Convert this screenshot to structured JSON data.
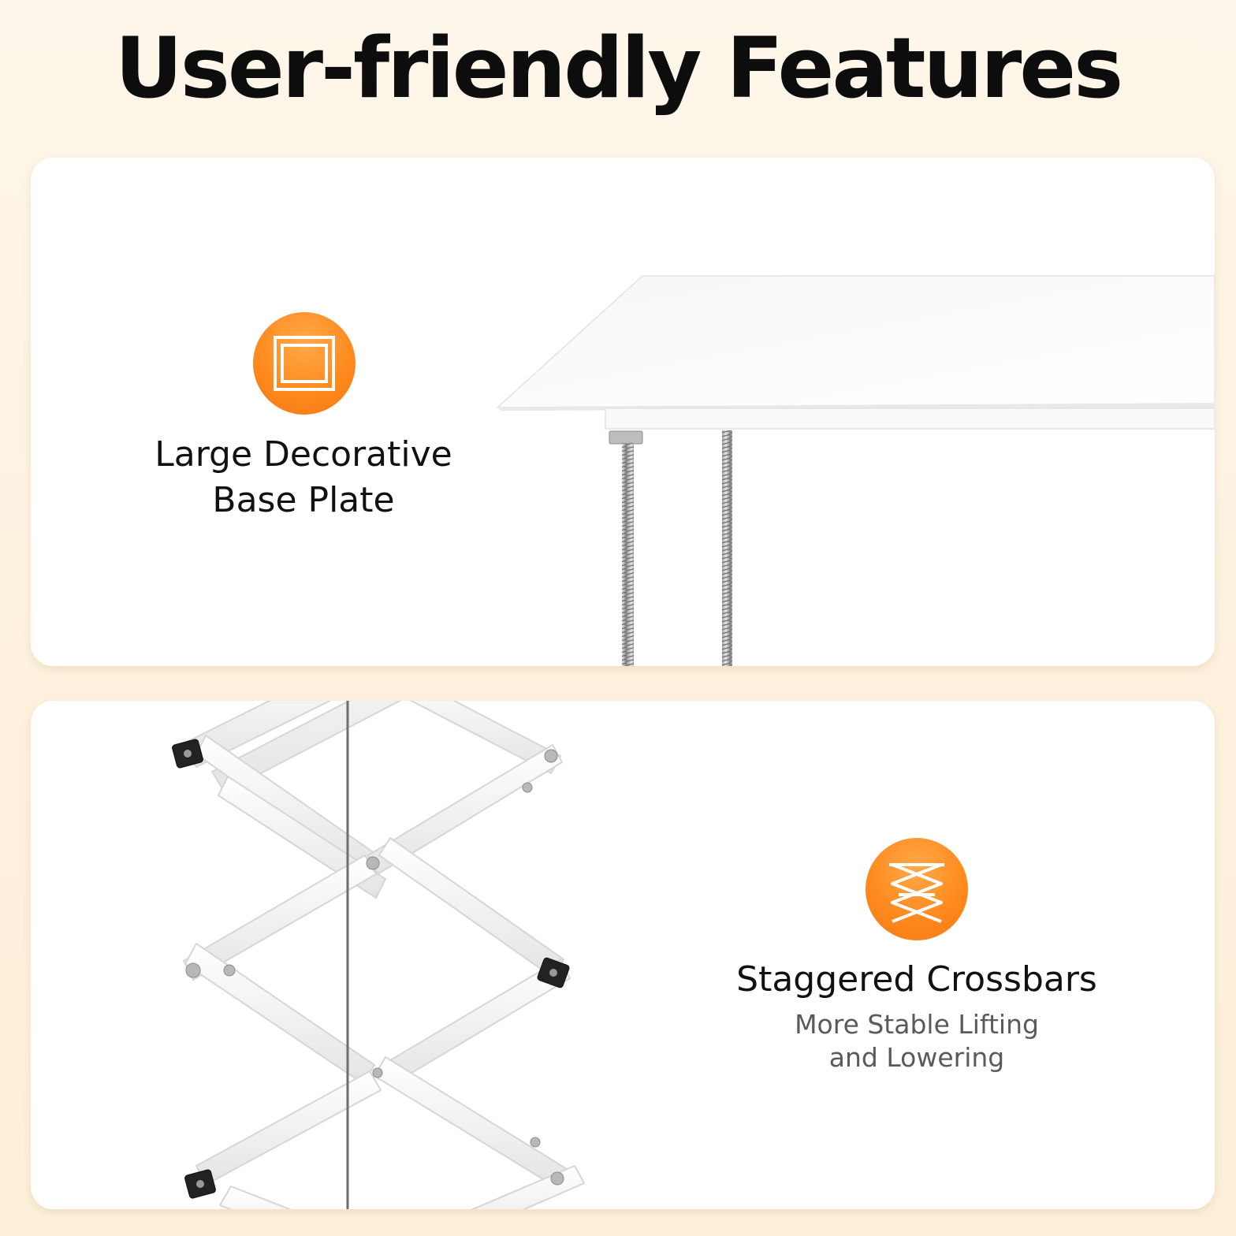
{
  "header": {
    "title": "User-friendly Features"
  },
  "features": [
    {
      "icon": "frame-icon",
      "title_lines": [
        "Large Decorative",
        "Base Plate"
      ]
    },
    {
      "icon": "scissor-lift-icon",
      "title": "Staggered Crossbars",
      "subtitle_lines": [
        "More Stable Lifting",
        "and Lowering"
      ]
    }
  ],
  "colors": {
    "accent": "#ff8a1e",
    "background": "#fdf3e2",
    "card": "#ffffff"
  }
}
